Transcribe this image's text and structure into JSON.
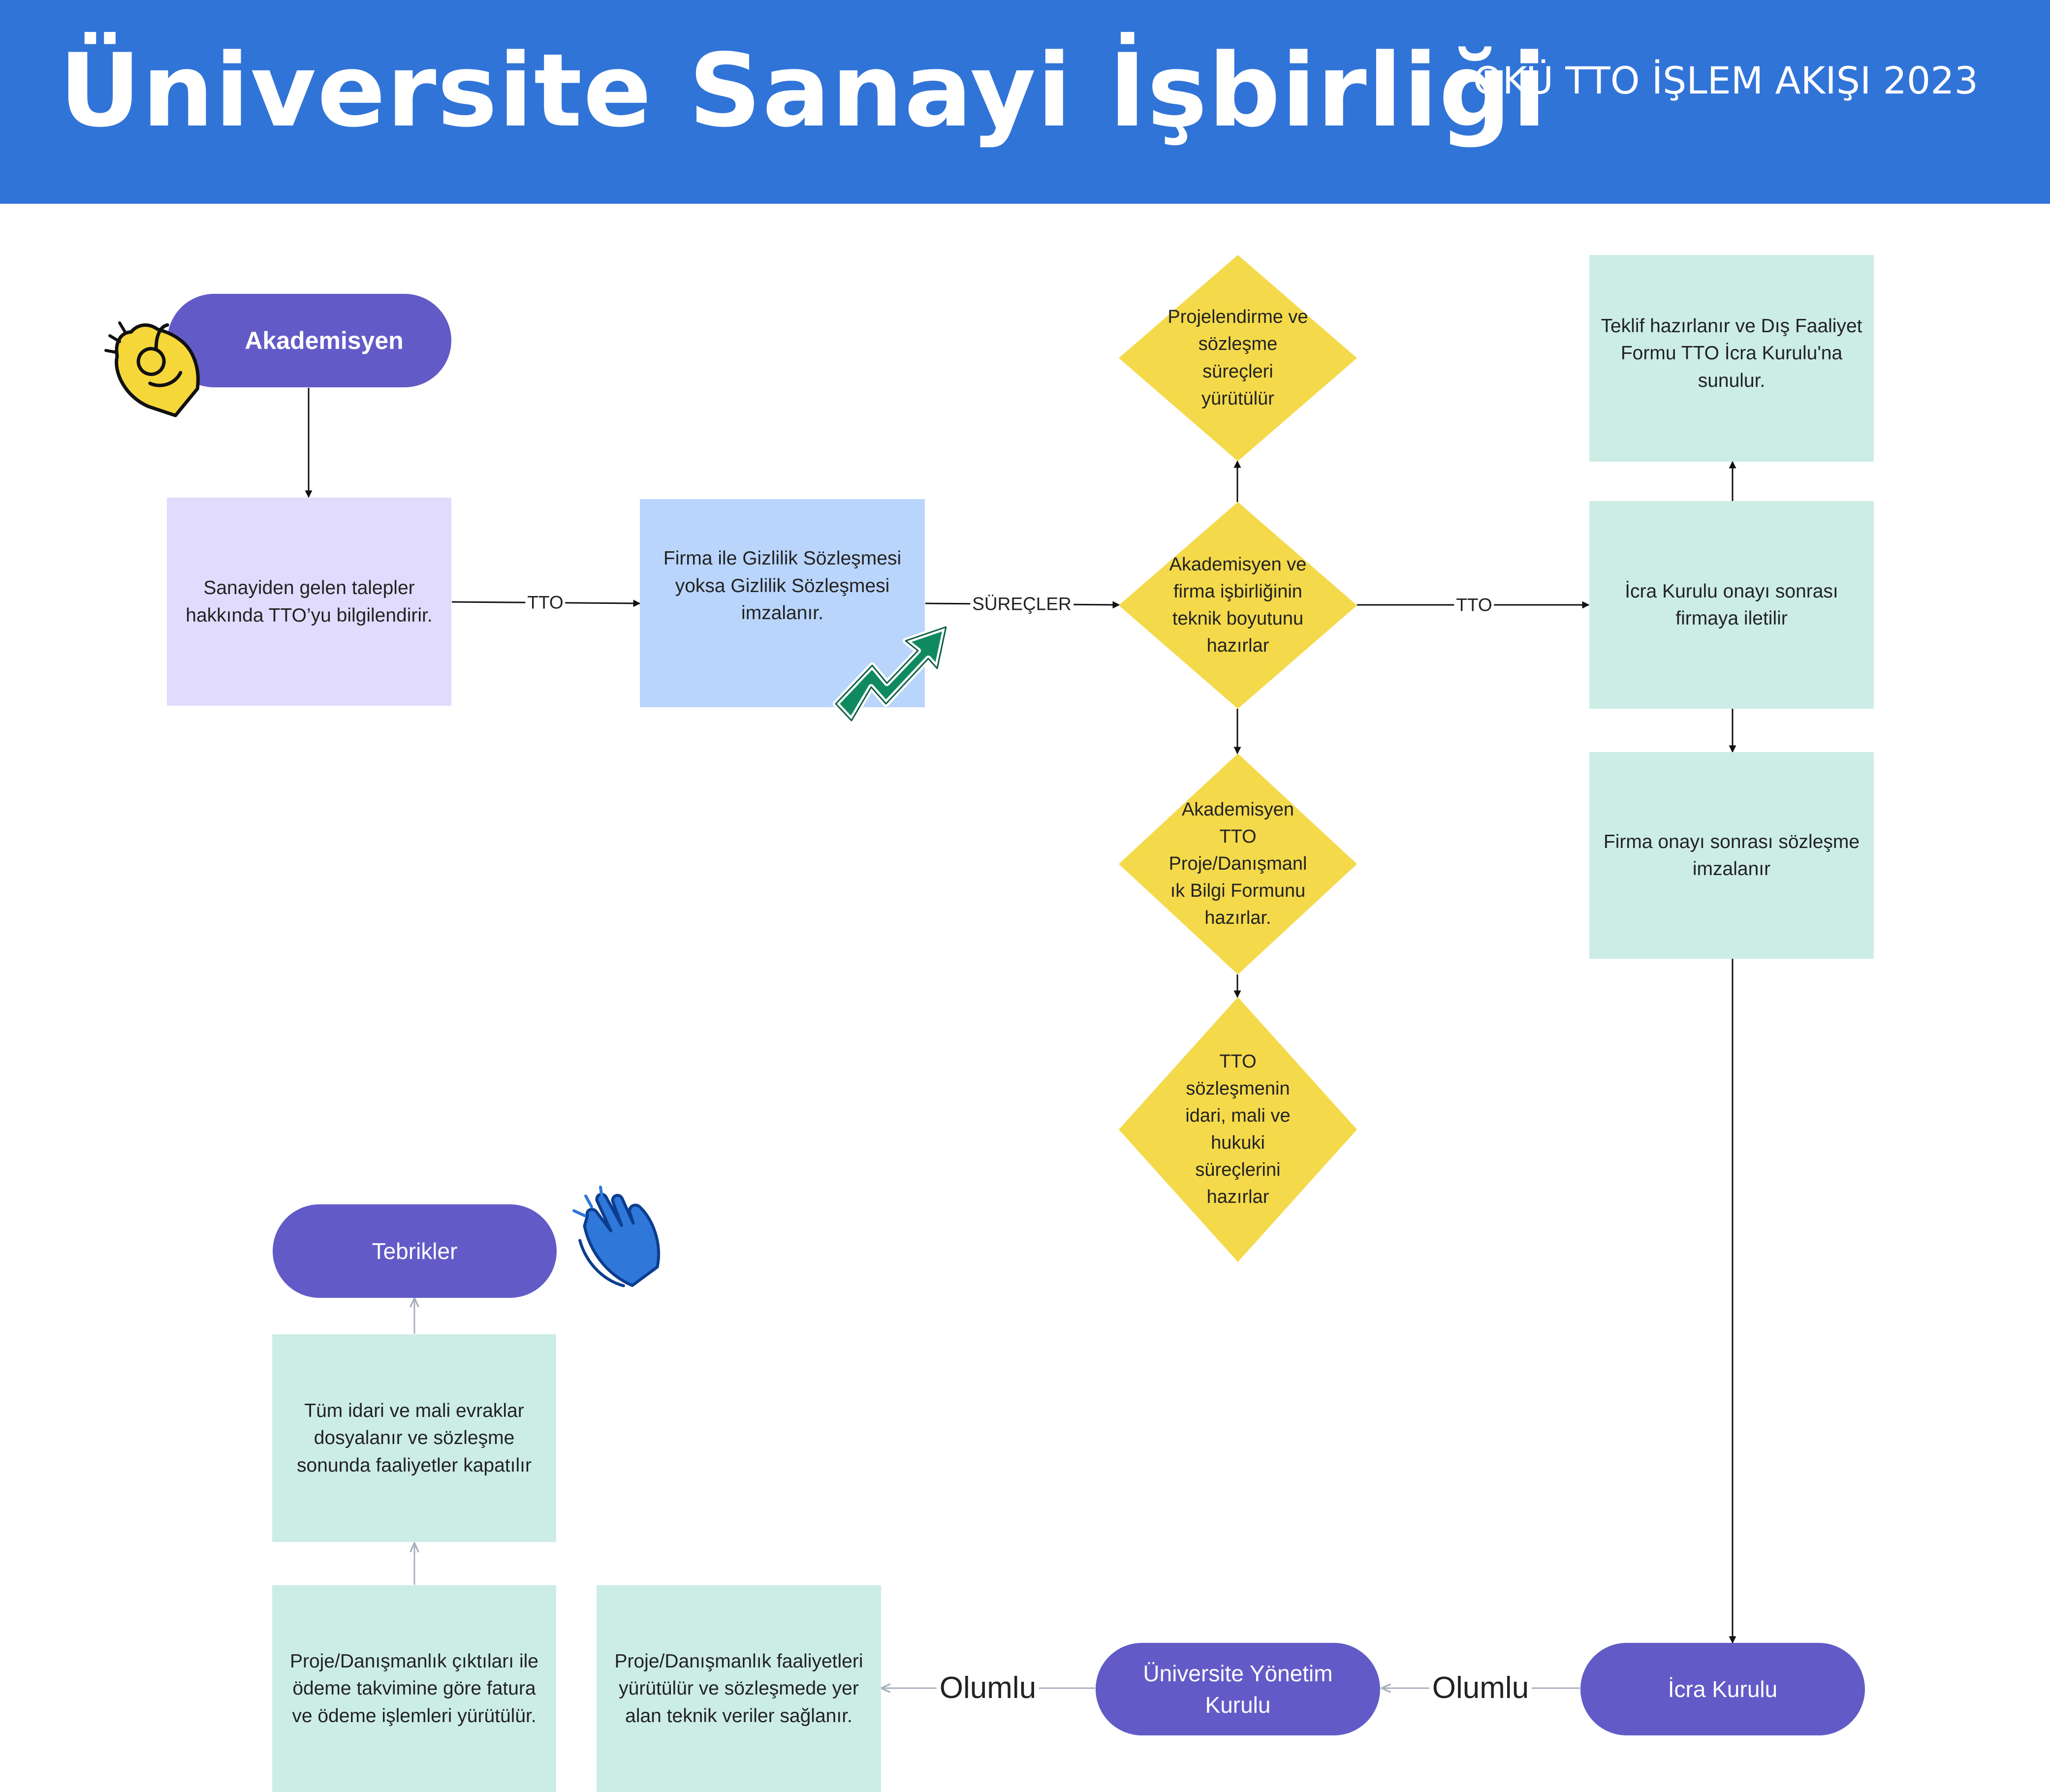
{
  "header": {
    "title": "Üniversite Sanayi İşbirliği",
    "subtitle": "OKÜ TTO İŞLEM AKIŞI 2023"
  },
  "nodes": {
    "akademisyen": "Akademisyen",
    "sanayi_talep": "Sanayiden gelen talepler hakkında TTO’yu bilgilendirir.",
    "gizlilik": "Firma ile Gizlilik Sözleşmesi yoksa Gizlilik Sözleşmesi imzalanır.",
    "projelendirme": "Projelendirme ve sözleşme süreçleri yürütülür",
    "teknik_boyut": "Akademisyen ve firma işbirliğinin teknik boyutunu hazırlar",
    "bilgi_formu": "Akademisyen TTO Proje/Danışmanl ık Bilgi Formunu hazırlar.",
    "idari_mali": "TTO sözleşmenin idari, mali ve hukuki süreçlerini hazırlar",
    "teklif": "Teklif hazırlanır ve Dış Faaliyet Formu TTO İcra Kurulu'na sunulur.",
    "icra_onay": "İcra Kurulu onayı sonrası firmaya iletilir",
    "firma_onay": "Firma onayı sonrası sözleşme imzalanır",
    "icra_kurulu": "İcra Kurulu",
    "yonetim_kurulu": "Üniversite Yönetim Kurulu",
    "faaliyet": "Proje/Danışmanlık faaliyetleri yürütülür ve sözleşmede yer alan teknik veriler sağlanır.",
    "fatura": "Proje/Danışmanlık çıktıları ile ödeme takvimine göre fatura ve ödeme işlemleri yürütülür.",
    "evrak": "Tüm idari ve mali evraklar dosyalanır ve sözleşme sonunda faaliyetler kapatılır",
    "tebrikler": "Tebrikler"
  },
  "edge_labels": {
    "tto_1": "TTO",
    "surecler": "SÜREÇLER",
    "tto_2": "TTO",
    "olumlu_1": "Olumlu",
    "olumlu_2": "Olumlu"
  },
  "icons": {
    "ok_hand": "ok-hand-icon",
    "trend_arrow": "trend-up-arrow-icon",
    "clap": "clapping-hands-icon"
  },
  "colors": {
    "header": "#3174d8",
    "pill": "#625bc7",
    "lavender_box": "#e1dcfd",
    "blue_box": "#bad5fc",
    "mint_box": "#ccede5",
    "diamond": "#f4d94b",
    "icon_yellow": "#f6d739",
    "icon_green": "#0f8a5f",
    "icon_blue": "#2f77d9"
  }
}
